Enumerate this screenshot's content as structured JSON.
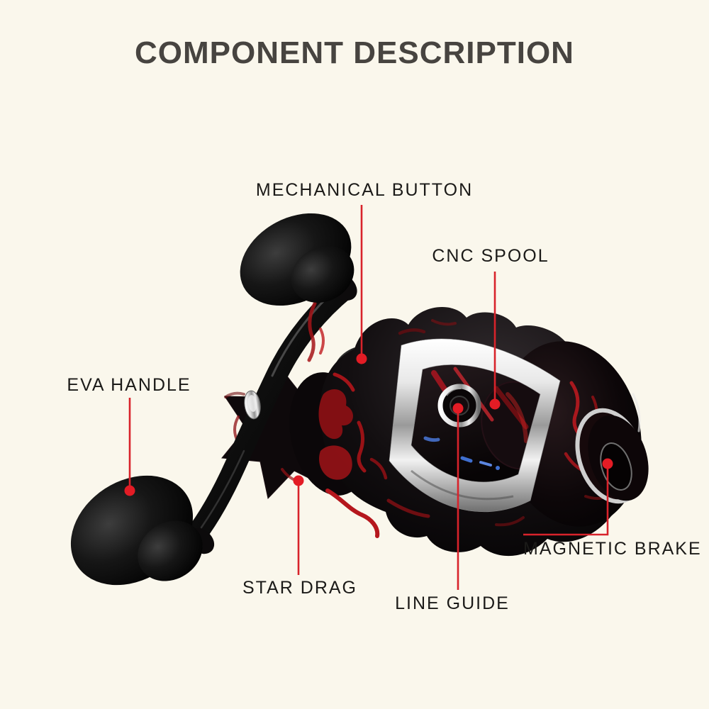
{
  "title": "COMPONENT DESCRIPTION",
  "theme": {
    "background": "#faf7ec",
    "title_color": "#474440",
    "label_color": "#1b1a18",
    "leader_line_color": "#d8232b",
    "dot_color": "#e31c25",
    "reel_black": "#0b090b",
    "crackle_red": "#c01a1f",
    "chrome": "#d9d9d9"
  },
  "labels": {
    "mechanical_button": "MECHANICAL BUTTON",
    "cnc_spool": "CNC SPOOL",
    "eva_handle": "EVA HANDLE",
    "star_drag": "STAR DRAG",
    "line_guide": "LINE GUIDE",
    "magnetic_brake": "MAGNETIC BRAKE"
  }
}
